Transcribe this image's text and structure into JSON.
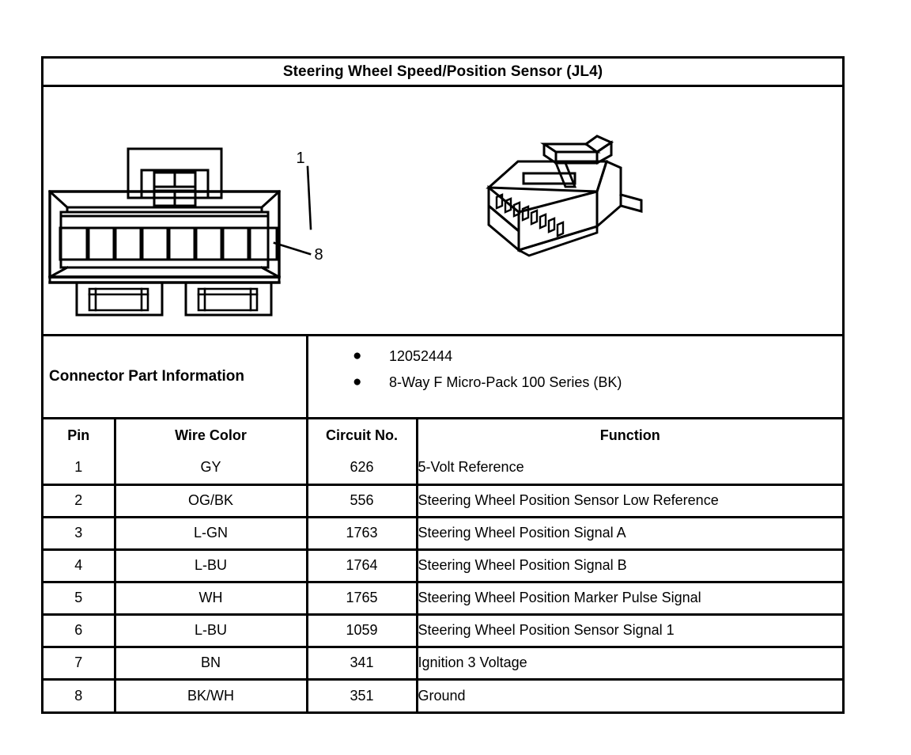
{
  "title": "Steering Wheel Speed/Position Sensor (JL4)",
  "illustration": {
    "callouts": [
      {
        "label": "1",
        "meaning": "first-terminal-cavity"
      },
      {
        "label": "8",
        "meaning": "eighth-terminal-cavity"
      }
    ],
    "views": [
      "front-face-view",
      "isometric-view"
    ],
    "cavity_count": 8
  },
  "connector_part_information": {
    "label": "Connector Part Information",
    "bullet_glyph": "●",
    "items": [
      "12052444",
      "8-Way F Micro-Pack 100 Series (BK)"
    ]
  },
  "pin_table": {
    "headers": [
      "Pin",
      "Wire Color",
      "Circuit No.",
      "Function"
    ],
    "rows": [
      {
        "pin": "1",
        "wire_color": "GY",
        "circuit_no": "626",
        "function": "5-Volt Reference"
      },
      {
        "pin": "2",
        "wire_color": "OG/BK",
        "circuit_no": "556",
        "function": "Steering Wheel Position Sensor Low Reference"
      },
      {
        "pin": "3",
        "wire_color": "L-GN",
        "circuit_no": "1763",
        "function": "Steering Wheel Position Signal A"
      },
      {
        "pin": "4",
        "wire_color": "L-BU",
        "circuit_no": "1764",
        "function": "Steering Wheel Position Signal B"
      },
      {
        "pin": "5",
        "wire_color": "WH",
        "circuit_no": "1765",
        "function": "Steering Wheel Position Marker Pulse Signal"
      },
      {
        "pin": "6",
        "wire_color": "L-BU",
        "circuit_no": "1059",
        "function": "Steering Wheel Position Sensor Signal 1"
      },
      {
        "pin": "7",
        "wire_color": "BN",
        "circuit_no": "341",
        "function": "Ignition 3 Voltage"
      },
      {
        "pin": "8",
        "wire_color": "BK/WH",
        "circuit_no": "351",
        "function": "Ground"
      }
    ]
  },
  "colors": {
    "ink": "#000000",
    "paper": "#ffffff"
  }
}
